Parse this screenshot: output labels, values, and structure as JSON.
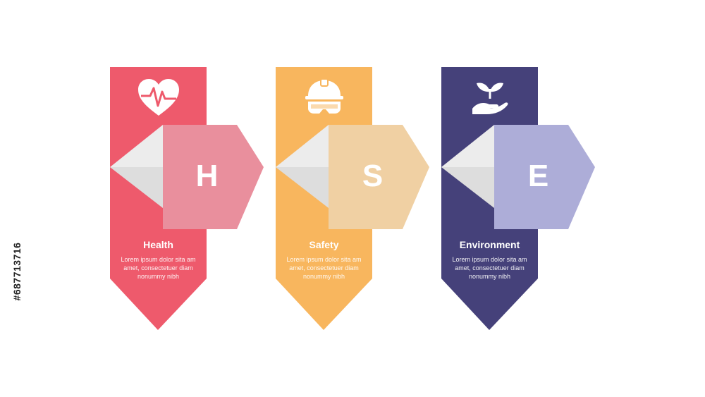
{
  "colors": {
    "health_dark": "#EE5A6C",
    "health_light": "#E98F9D",
    "safety_dark": "#F8B65E",
    "safety_light": "#F0D0A3",
    "environment_dark": "#45417A",
    "environment_light": "#ADADD8",
    "arrow_left_gray": "#ECECEC"
  },
  "cards": [
    {
      "icon": "heart-pulse-icon",
      "letter": "H",
      "title": "Health",
      "description": "Lorem ipsum dolor sita am amet, consectetuer diam nonummy  nibh"
    },
    {
      "icon": "hard-hat-goggles-icon",
      "letter": "S",
      "title": "Safety",
      "description": "Lorem ipsum dolor sita am amet, consectetuer diam nonummy  nibh"
    },
    {
      "icon": "plant-hand-icon",
      "letter": "E",
      "title": "Environment",
      "description": "Lorem ipsum dolor sita am amet, consectetuer diam nonummy  nibh"
    }
  ],
  "watermark_id": "#687713716"
}
